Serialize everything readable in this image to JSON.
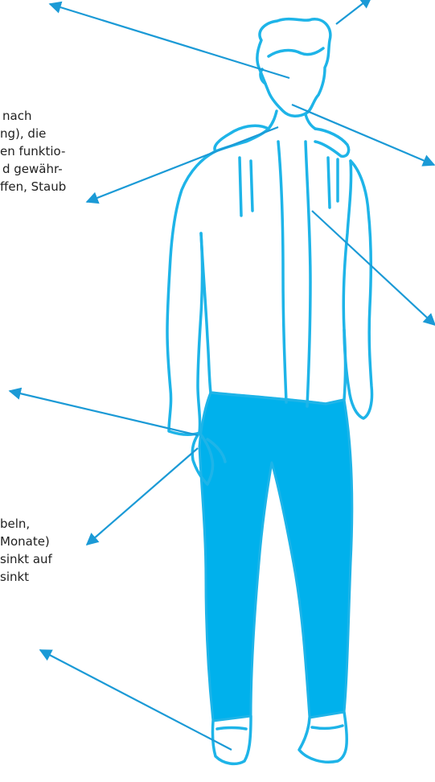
{
  "colors": {
    "outline": "#1eb4e8",
    "fill": "#00b1ec",
    "arrow": "#1b9ad6",
    "text": "#1f1f1f"
  },
  "text_blocks": {
    "upper_left": [
      "nach",
      "ng), die",
      "en funktio-",
      "d gewähr-",
      "ffen, Staub"
    ],
    "lower_left": [
      "beln,",
      "Monate)",
      "sinkt auf",
      "sinkt"
    ]
  },
  "figure": {
    "subject": "standing-man-outline",
    "arrows": [
      "arrow-top-left",
      "arrow-top-right",
      "arrow-chin",
      "arrow-collar",
      "arrow-chest",
      "arrow-hand",
      "arrow-fingers",
      "arrow-shoe"
    ]
  }
}
